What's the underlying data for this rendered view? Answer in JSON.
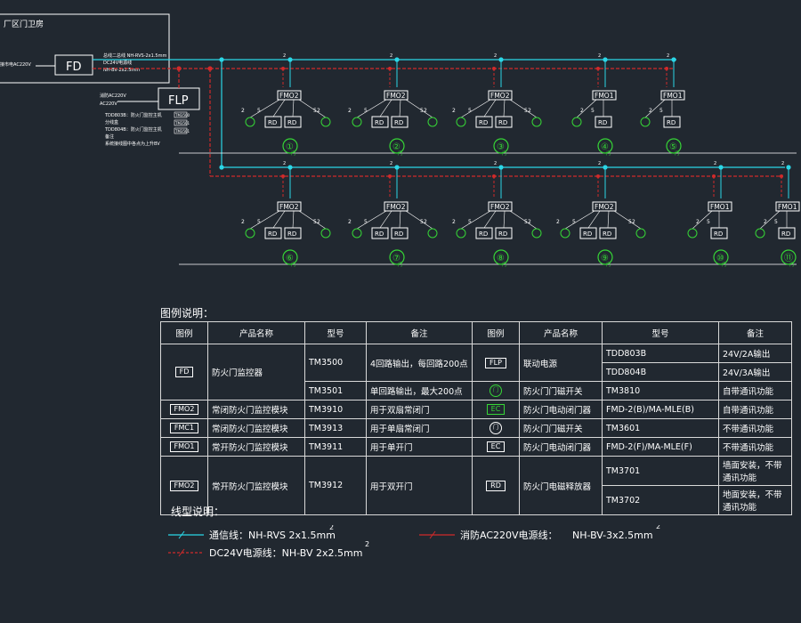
{
  "colors": {
    "background": "#212830",
    "signal_line": "#2bd6e6",
    "power_line": "#d02a2a",
    "module": "#ffffff",
    "door_icon": "#36d636"
  },
  "header": {
    "panel_title": "厂区门卫房",
    "fd_label": "FD",
    "flp_label": "FLP",
    "fd_left_note": "接市电AC220V",
    "fd_right_notes": [
      "总线二总线 NH-RVS-2x1.5mm",
      "DC24V电源线",
      "NH-BV-2x2.5mm"
    ],
    "flp_notes": [
      "消防AC220V",
      "AC220V"
    ],
    "flp_side_notes": [
      "TDD803B：防火门监控主机",
      "分线盒",
      "TDD804B：防火门监控主机",
      "备注",
      "系统接线图中各点为上升BV"
    ],
    "flp_side_codes": [
      "TM3500",
      "TM3501",
      "TM3501"
    ]
  },
  "rows": [
    {
      "modules": [
        "FMO2",
        "FMO2",
        "FMO2",
        "FMO1",
        "FMO1"
      ],
      "doors": [
        "①",
        "②",
        "③",
        "④",
        "⑤"
      ]
    },
    {
      "modules": [
        "FMO2",
        "FMO2",
        "FMO2",
        "FMO2",
        "FMO1",
        "FMO1"
      ],
      "doors": [
        "⑥",
        "⑦",
        "⑧",
        "⑨",
        "⑩",
        "⑪"
      ]
    }
  ],
  "diagram_labels": {
    "rd": "RD",
    "two": "2",
    "five": "5",
    "door": "门"
  },
  "legend": {
    "title": "图例说明：",
    "headers": [
      "图例",
      "产品名称",
      "型号",
      "备注",
      "图例",
      "产品名称",
      "型号",
      "备注"
    ],
    "rows": [
      {
        "symbol": "FD",
        "name": "防火门监控器",
        "model": "TM3500",
        "note": "4回路输出，每回路200点",
        "symbol2": "FLP",
        "name2": "联动电源",
        "model2": "TDD803B",
        "note2": "24V/2A输出"
      },
      {
        "model2": "TDD804B",
        "note2": "24V/3A输出"
      },
      {
        "model": "TM3501",
        "note": "单回路输出，最大200点",
        "symbol2": "门",
        "name2": "防火门门磁开关",
        "model2": "TM3810",
        "note2": "自带通讯功能"
      },
      {
        "symbol": "FMO2",
        "name": "常闭防火门监控模块",
        "model": "TM3910",
        "note": "用于双扇常闭门",
        "symbol2": "EC",
        "name2": "防火门电动闭门器",
        "model2": "FMD-2(B)/MA-MLE(B)",
        "note2": "自带通讯功能"
      },
      {
        "symbol": "FMC1",
        "name": "常闭防火门监控模块",
        "model": "TM3913",
        "note": "用于单扇常闭门",
        "symbol2": "门",
        "name2": "防火门门磁开关",
        "model2": "TM3601",
        "note2": "不带通讯功能"
      },
      {
        "symbol": "FMO1",
        "name": "常开防火门监控模块",
        "model": "TM3911",
        "note": "用于单开门",
        "symbol2": "EC",
        "name2": "防火门电动闭门器",
        "model2": "FMD-2(F)/MA-MLE(F)",
        "note2": "不带通讯功能"
      },
      {
        "symbol": "FMO2",
        "name": "常开防火门监控模块",
        "model": "TM3912",
        "note": "用于双开门",
        "symbol2": "RD",
        "name2": "防火门电磁释放器",
        "model2": "TM3701",
        "note2": "墙面安装，不带通讯功能"
      },
      {
        "model2": "TM3702",
        "note2": "地面安装，不带通讯功能"
      }
    ]
  },
  "wiring": {
    "title": "线型说明：",
    "signal_label": "通信线：NH-RVS 2x1.5mm",
    "dc_label": "DC24V电源线：NH-BV 2x2.5mm",
    "ac_label": "消防AC220V电源线：",
    "ac_spec": "NH-BV-3x2.5mm",
    "superscript": "2"
  }
}
